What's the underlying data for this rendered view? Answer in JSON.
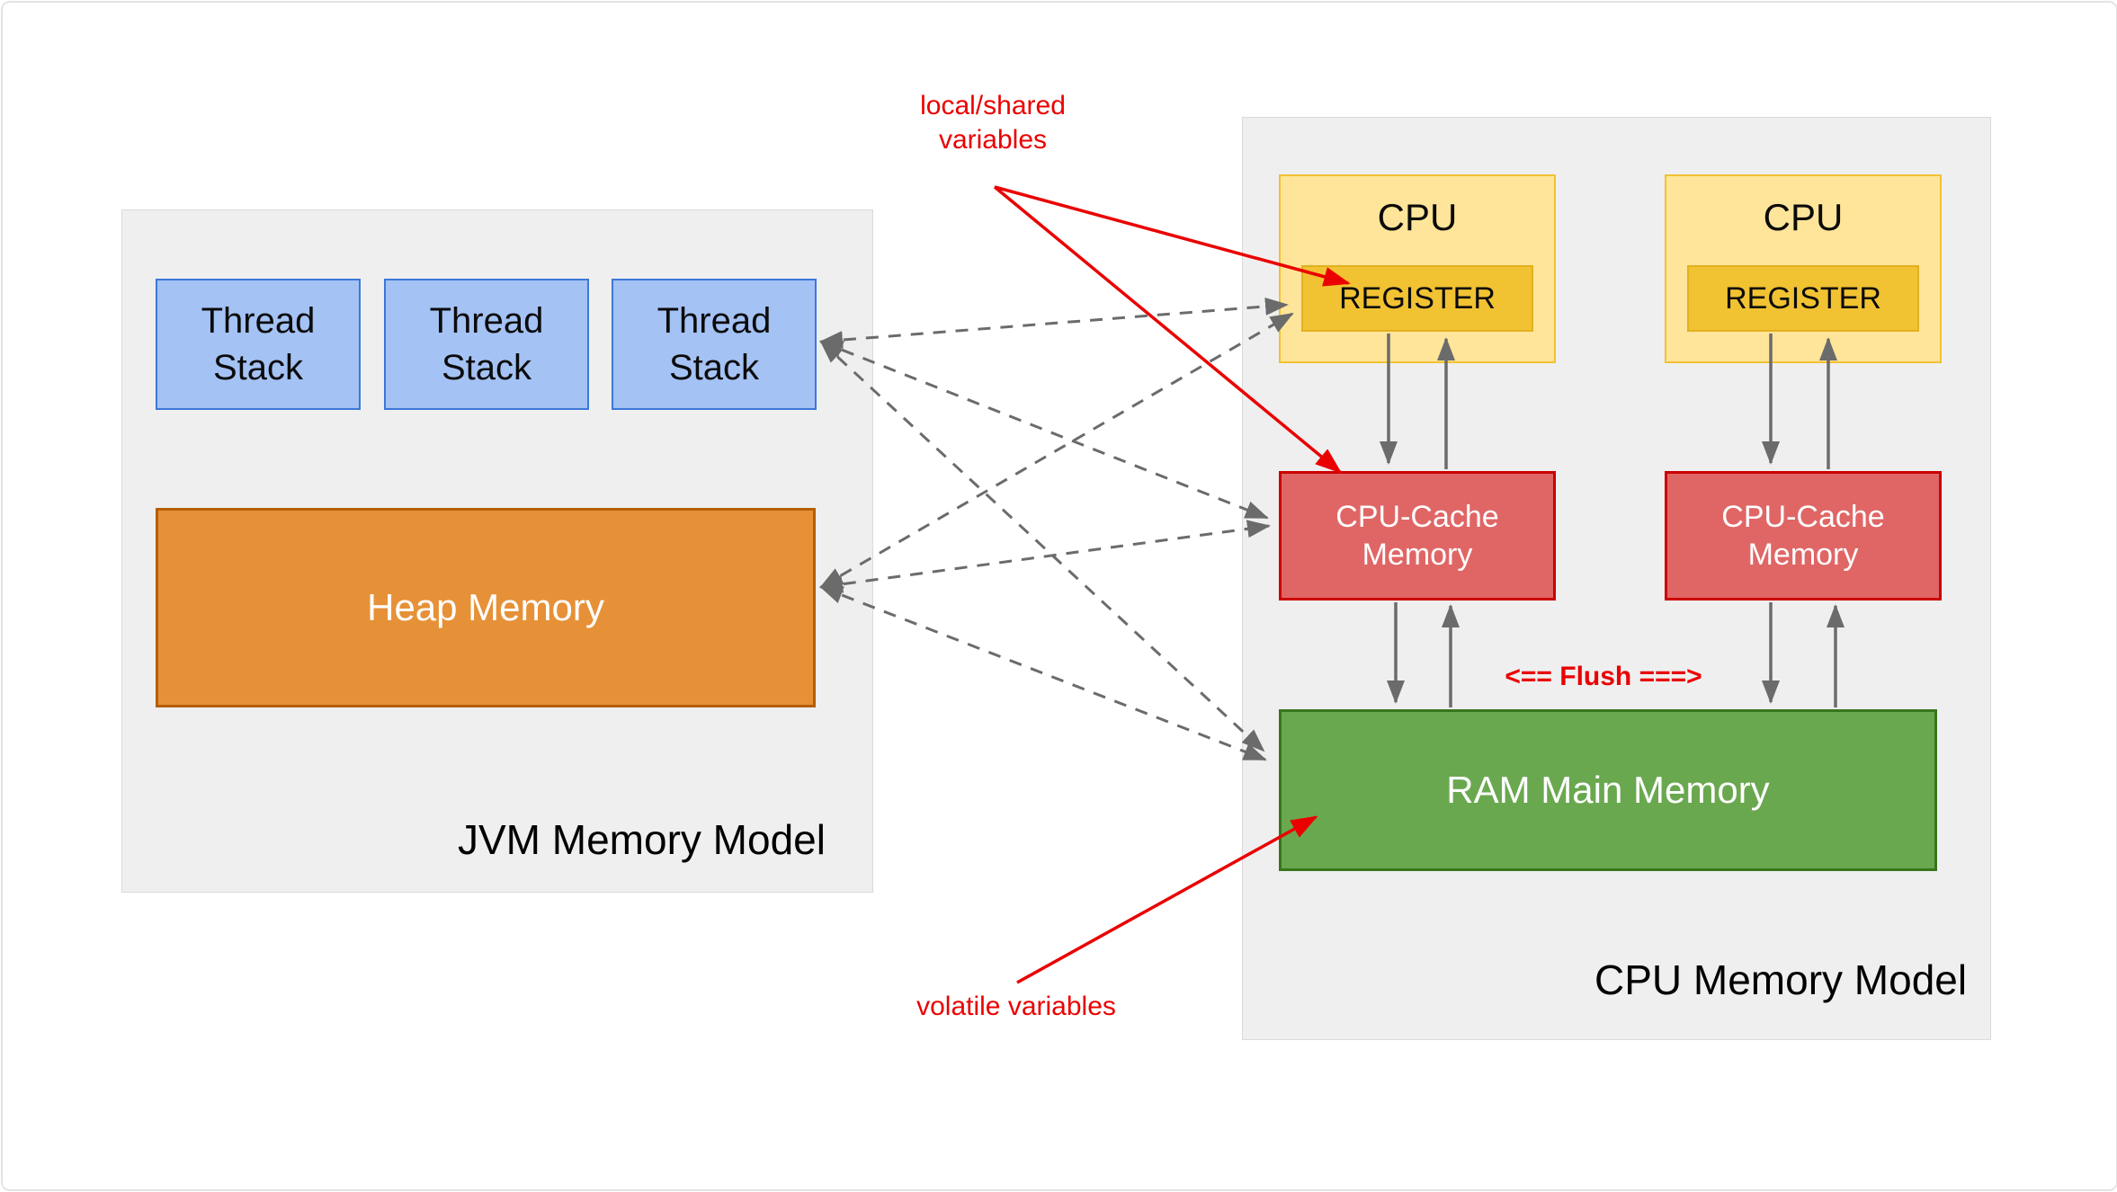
{
  "jvm": {
    "title": "JVM Memory Model",
    "thread_stacks": [
      {
        "label": "Thread\nStack"
      },
      {
        "label": "Thread\nStack"
      },
      {
        "label": "Thread\nStack"
      }
    ],
    "heap_label": "Heap Memory"
  },
  "cpu": {
    "title": "CPU Memory Model",
    "units": [
      {
        "cpu_label": "CPU",
        "register_label": "REGISTER",
        "cache_label": "CPU-Cache\nMemory"
      },
      {
        "cpu_label": "CPU",
        "register_label": "REGISTER",
        "cache_label": "CPU-Cache\nMemory"
      }
    ],
    "ram_label": "RAM Main Memory",
    "flush_label": "<== Flush ===>"
  },
  "annotations": {
    "local_shared_label": "local/shared\nvariables",
    "volatile_label": "volatile variables"
  },
  "colors": {
    "annotation_red": "#ea0000",
    "thread_stack_fill": "#a4c2f4",
    "thread_stack_border": "#3c78d8",
    "heap_fill": "#e69138",
    "heap_border": "#b45f06",
    "cpu_fill": "#ffe599",
    "cpu_border": "#f1c232",
    "register_fill": "#f1c232",
    "cache_fill": "#e06666",
    "cache_border": "#cc0000",
    "ram_fill": "#6aa84f",
    "ram_border": "#38761d",
    "panel_fill": "#efefef",
    "arrow_gray": "#6b6b6b"
  }
}
